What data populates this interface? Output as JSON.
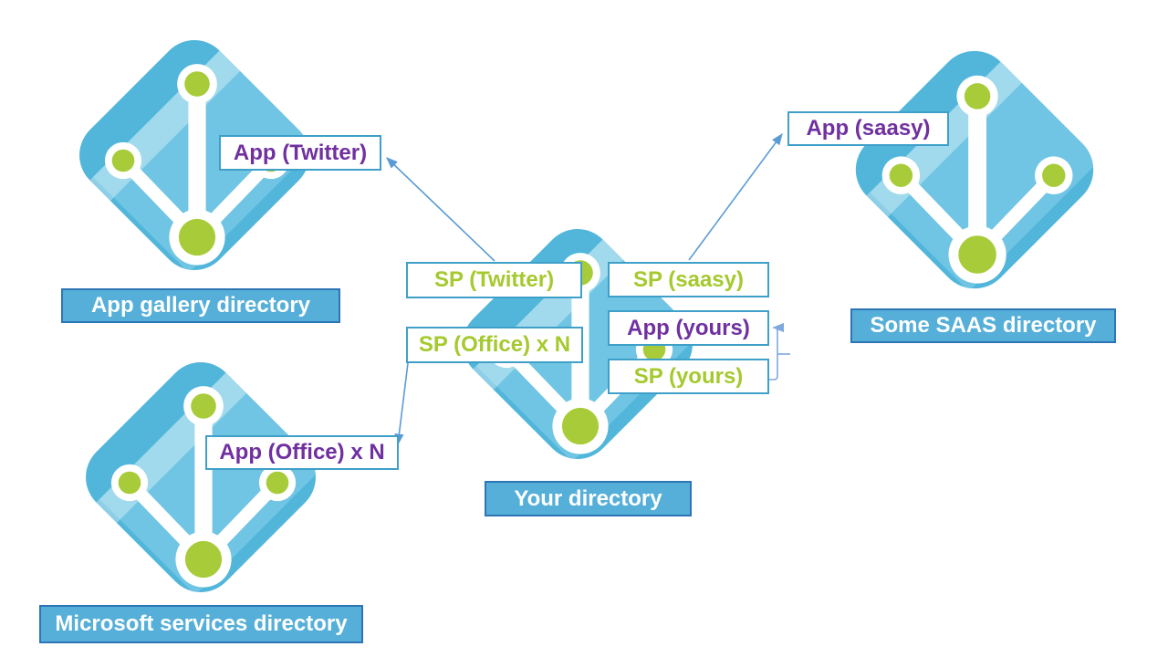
{
  "diagram_title": "Azure AD applications and service principals across directories",
  "colors": {
    "diamond_base": "#52B6DB",
    "diamond_light_facet": "#6FC5E3",
    "node_green": "#A8CC39",
    "bar_fill": "#55AFD8",
    "bar_border": "#2E75B6",
    "box_border": "#3EA0C9",
    "app_text_purple": "#7030A0",
    "sp_text_green": "#A5C92E",
    "arrow_blue": "#5B9BD5",
    "connector_light_blue": "#7FA9DC",
    "background": "#FFFFFF"
  },
  "directories": {
    "app_gallery": {
      "label": "App gallery directory"
    },
    "microsoft_services": {
      "label": "Microsoft services directory"
    },
    "yours": {
      "label": "Your directory"
    },
    "some_saas": {
      "label": "Some SAAS directory"
    }
  },
  "nodes": {
    "app_twitter": {
      "label": "App (Twitter)",
      "kind": "app",
      "directory": "app_gallery"
    },
    "sp_twitter": {
      "label": "SP (Twitter)",
      "kind": "sp",
      "directory": "yours"
    },
    "sp_office": {
      "label": "SP (Office) x N",
      "kind": "sp",
      "directory": "yours"
    },
    "app_office": {
      "label": "App (Office) x N",
      "kind": "app",
      "directory": "microsoft_services"
    },
    "sp_saasy": {
      "label": "SP (saasy)",
      "kind": "sp",
      "directory": "yours"
    },
    "app_yours": {
      "label": "App (yours)",
      "kind": "app",
      "directory": "yours"
    },
    "sp_yours": {
      "label": "SP (yours)",
      "kind": "sp",
      "directory": "yours"
    },
    "app_saasy": {
      "label": "App (saasy)",
      "kind": "app",
      "directory": "some_saas"
    }
  },
  "connections": [
    {
      "from": "sp_twitter",
      "to": "app_twitter",
      "style": "straight-arrow"
    },
    {
      "from": "sp_saasy",
      "to": "app_saasy",
      "style": "straight-arrow"
    },
    {
      "from": "sp_office",
      "to": "app_office",
      "style": "straight-arrow"
    },
    {
      "from": "sp_yours",
      "to": "app_yours",
      "style": "elbow-arrow"
    }
  ]
}
